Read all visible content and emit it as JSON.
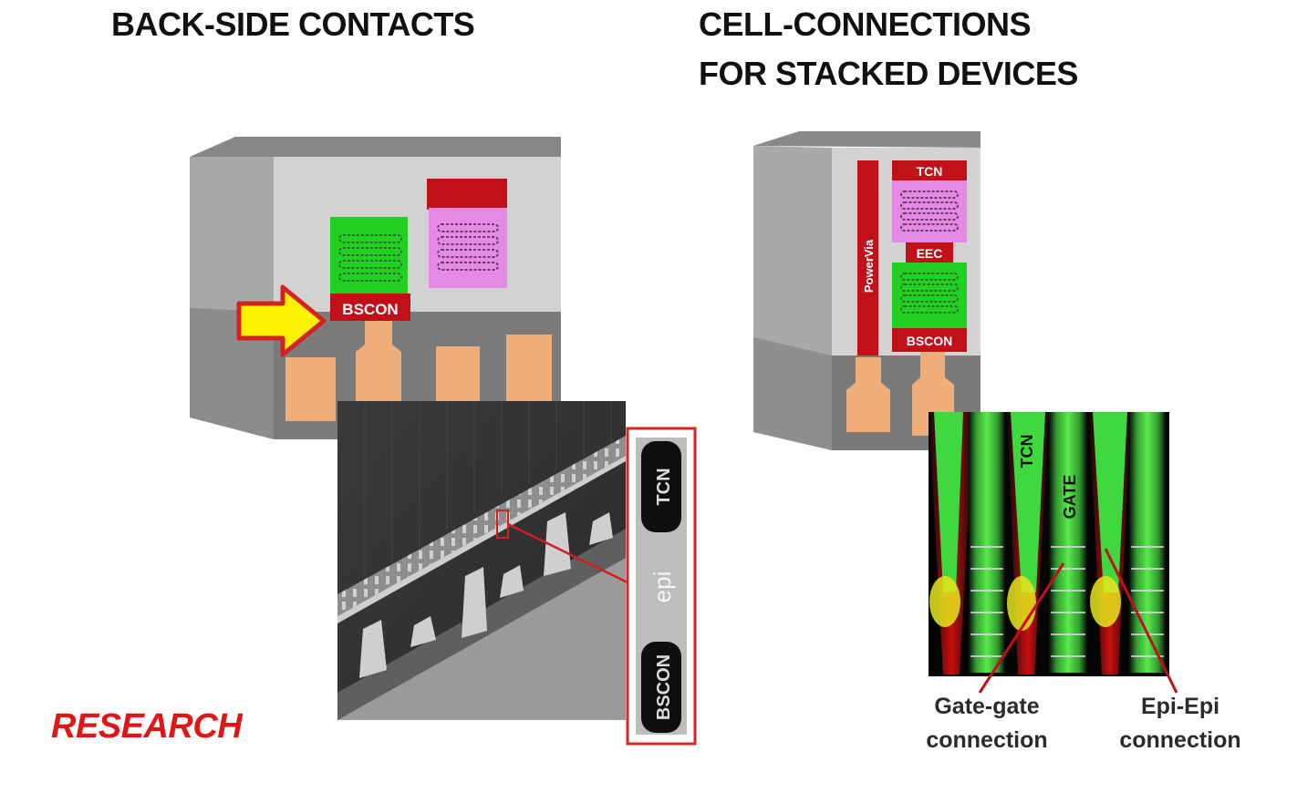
{
  "titles": {
    "left": "BACK-SIDE CONTACTS",
    "right_line1": "CELL-CONNECTIONS",
    "right_line2": "FOR STACKED DEVICES"
  },
  "labels": {
    "research": "RESEARCH",
    "left_bscon": "BSCON",
    "right_tcn": "TCN",
    "right_eec": "EEC",
    "right_bscon": "BSCON",
    "right_powervia": "PowerVia",
    "inset_tcn": "TCN",
    "inset_epi": "epi",
    "inset_bscon": "BSCON",
    "micro_tcn": "TCN",
    "micro_gate": "GATE"
  },
  "captions": {
    "gate_line1": "Gate-gate",
    "gate_line2": "connection",
    "epi_line1": "Epi-Epi",
    "epi_line2": "connection"
  },
  "colors": {
    "research": "#e01616",
    "contact_red": "#c0101a",
    "nmos_green": "#22d022",
    "pmos_pink": "#e48ae4",
    "copper": "#efad7a",
    "arrow_yellow": "#fff200"
  }
}
